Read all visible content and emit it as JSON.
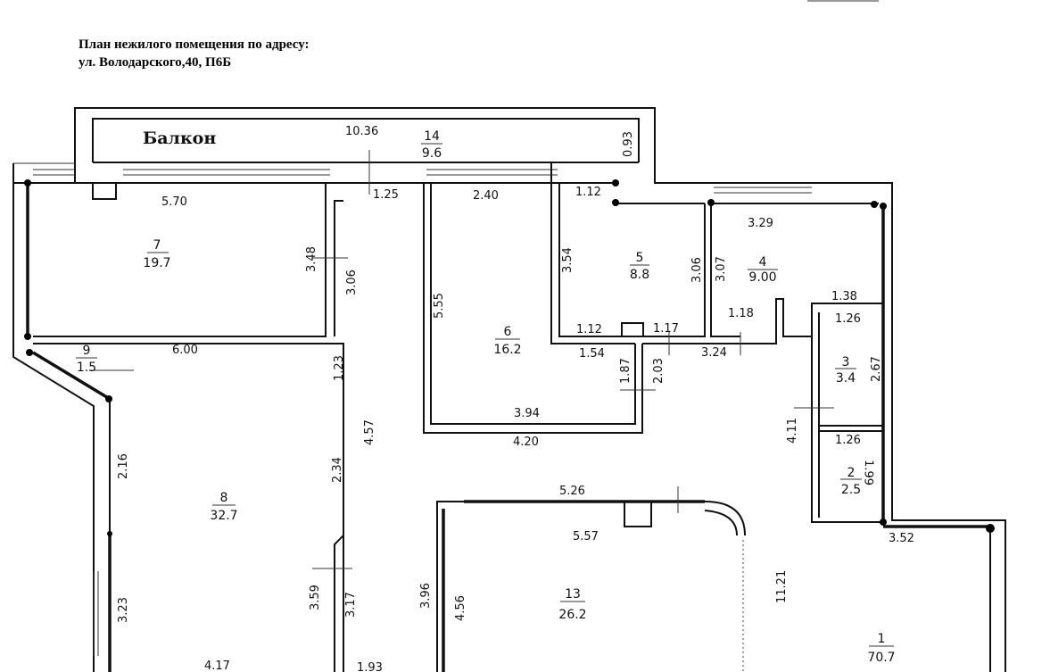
{
  "header": {
    "line1": "План нежилого помещения по адресу:",
    "line2": "ул. Володарского,40, П6Б"
  },
  "balcony_label": "Балкон",
  "rooms": [
    {
      "number": "14",
      "area": "9.6"
    },
    {
      "number": "7",
      "area": "19.7"
    },
    {
      "number": "6",
      "area": "16.2"
    },
    {
      "number": "5",
      "area": "8.8"
    },
    {
      "number": "4",
      "area": "9.00"
    },
    {
      "number": "3",
      "area": "3.4"
    },
    {
      "number": "2",
      "area": "2.5"
    },
    {
      "number": "9",
      "area": "1.5"
    },
    {
      "number": "8",
      "area": "32.7"
    },
    {
      "number": "13",
      "area": "26.2"
    },
    {
      "number": "1",
      "area": "70.7"
    }
  ],
  "dimensions": {
    "balcony_len": "10.36",
    "balcony_w": "0.93",
    "d125": "1.25",
    "r7_w": "5.70",
    "r7_h1": "3.48",
    "r7_h2": "3.06",
    "r6_top": "2.40",
    "r6_h": "5.55",
    "r6_mid": "1.54",
    "r6_a": "1.87",
    "r6_b": "2.03",
    "r6_bot1": "3.94",
    "r6_bot2": "4.20",
    "r5_top": "1.12",
    "r5_h": "3.54",
    "r5_h2": "3.06",
    "r5_bot": "1.12",
    "r5_door": "1.17",
    "r4_top": "3.29",
    "r4_h": "3.07",
    "r4_a": "1.18",
    "r4_b": "3.24",
    "r4_c": "1.38",
    "r3_w": "1.26",
    "r3_h": "2.67",
    "r2_w": "1.26",
    "r2_h": "1.99",
    "corr_h": "4.11",
    "r9_w": "6.00",
    "r8_a": "1.23",
    "r8_b": "4.57",
    "r8_c": "2.34",
    "r8_d": "2.16",
    "r8_e": "3.23",
    "r8_f": "3.59",
    "r8_g": "3.17",
    "r8_h": "4.17",
    "r8_i": "1.93",
    "r13_top": "5.26",
    "r13_in": "5.57",
    "r13_a": "3.96",
    "r13_b": "4.56",
    "r1_a": "3.52",
    "r1_b": "11.21"
  }
}
